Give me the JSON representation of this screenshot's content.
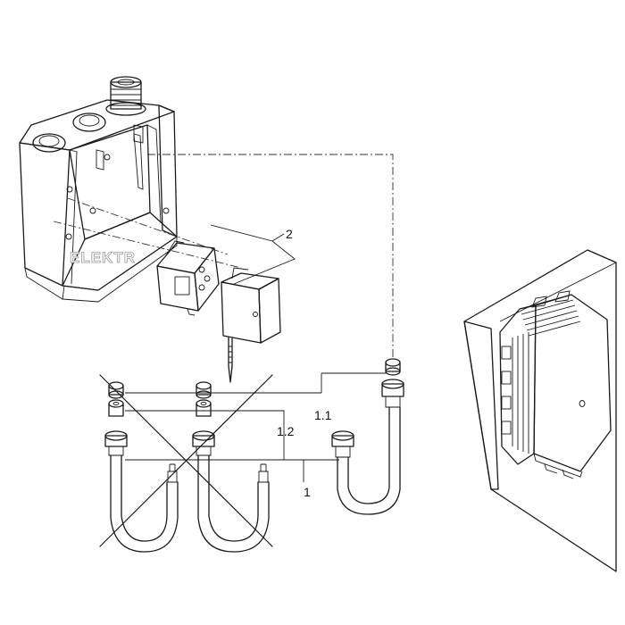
{
  "labels": {
    "part_2": "2",
    "part_1_1": "1.1",
    "part_1_2": "1.2",
    "part_1": "1"
  },
  "watermark": "ELEKTR",
  "colors": {
    "line": "#1a1a1a",
    "shade": "#e6e6e6",
    "dark_shade": "#b8b8b8",
    "background": "#ffffff"
  }
}
